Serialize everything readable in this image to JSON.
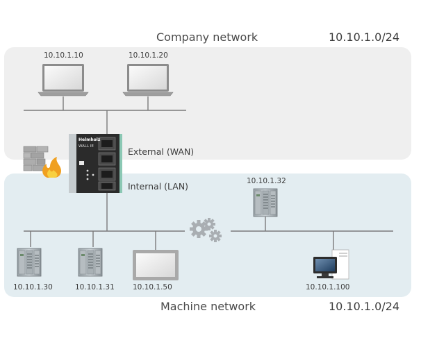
{
  "company_network": {
    "title": "Company network",
    "subnet": "10.10.1.0/24",
    "laptops": [
      {
        "ip": "10.10.1.10"
      },
      {
        "ip": "10.10.1.20"
      }
    ]
  },
  "router": {
    "brand": "Helmholz",
    "model": "WALL IE",
    "wan_label": "External (WAN)",
    "lan_label": "Internal (LAN)"
  },
  "machine_network": {
    "title": "Machine network",
    "subnet": "10.10.1.0/24",
    "devices": [
      {
        "ip": "10.10.1.30",
        "icon": "plc-icon"
      },
      {
        "ip": "10.10.1.31",
        "icon": "plc-icon"
      },
      {
        "ip": "10.10.1.50",
        "icon": "hmi-panel-icon"
      },
      {
        "ip": "10.10.1.32",
        "icon": "plc-icon"
      },
      {
        "ip": "10.10.1.100",
        "icon": "workstation-icon"
      }
    ]
  },
  "icons": [
    "laptop-icon",
    "router-icon",
    "firewall-icon",
    "gears-icon",
    "plc-icon",
    "hmi-panel-icon",
    "workstation-icon"
  ],
  "colors": {
    "company_zone": "#efefef",
    "machine_zone": "#e3edf1",
    "line": "#7a7a7a"
  }
}
